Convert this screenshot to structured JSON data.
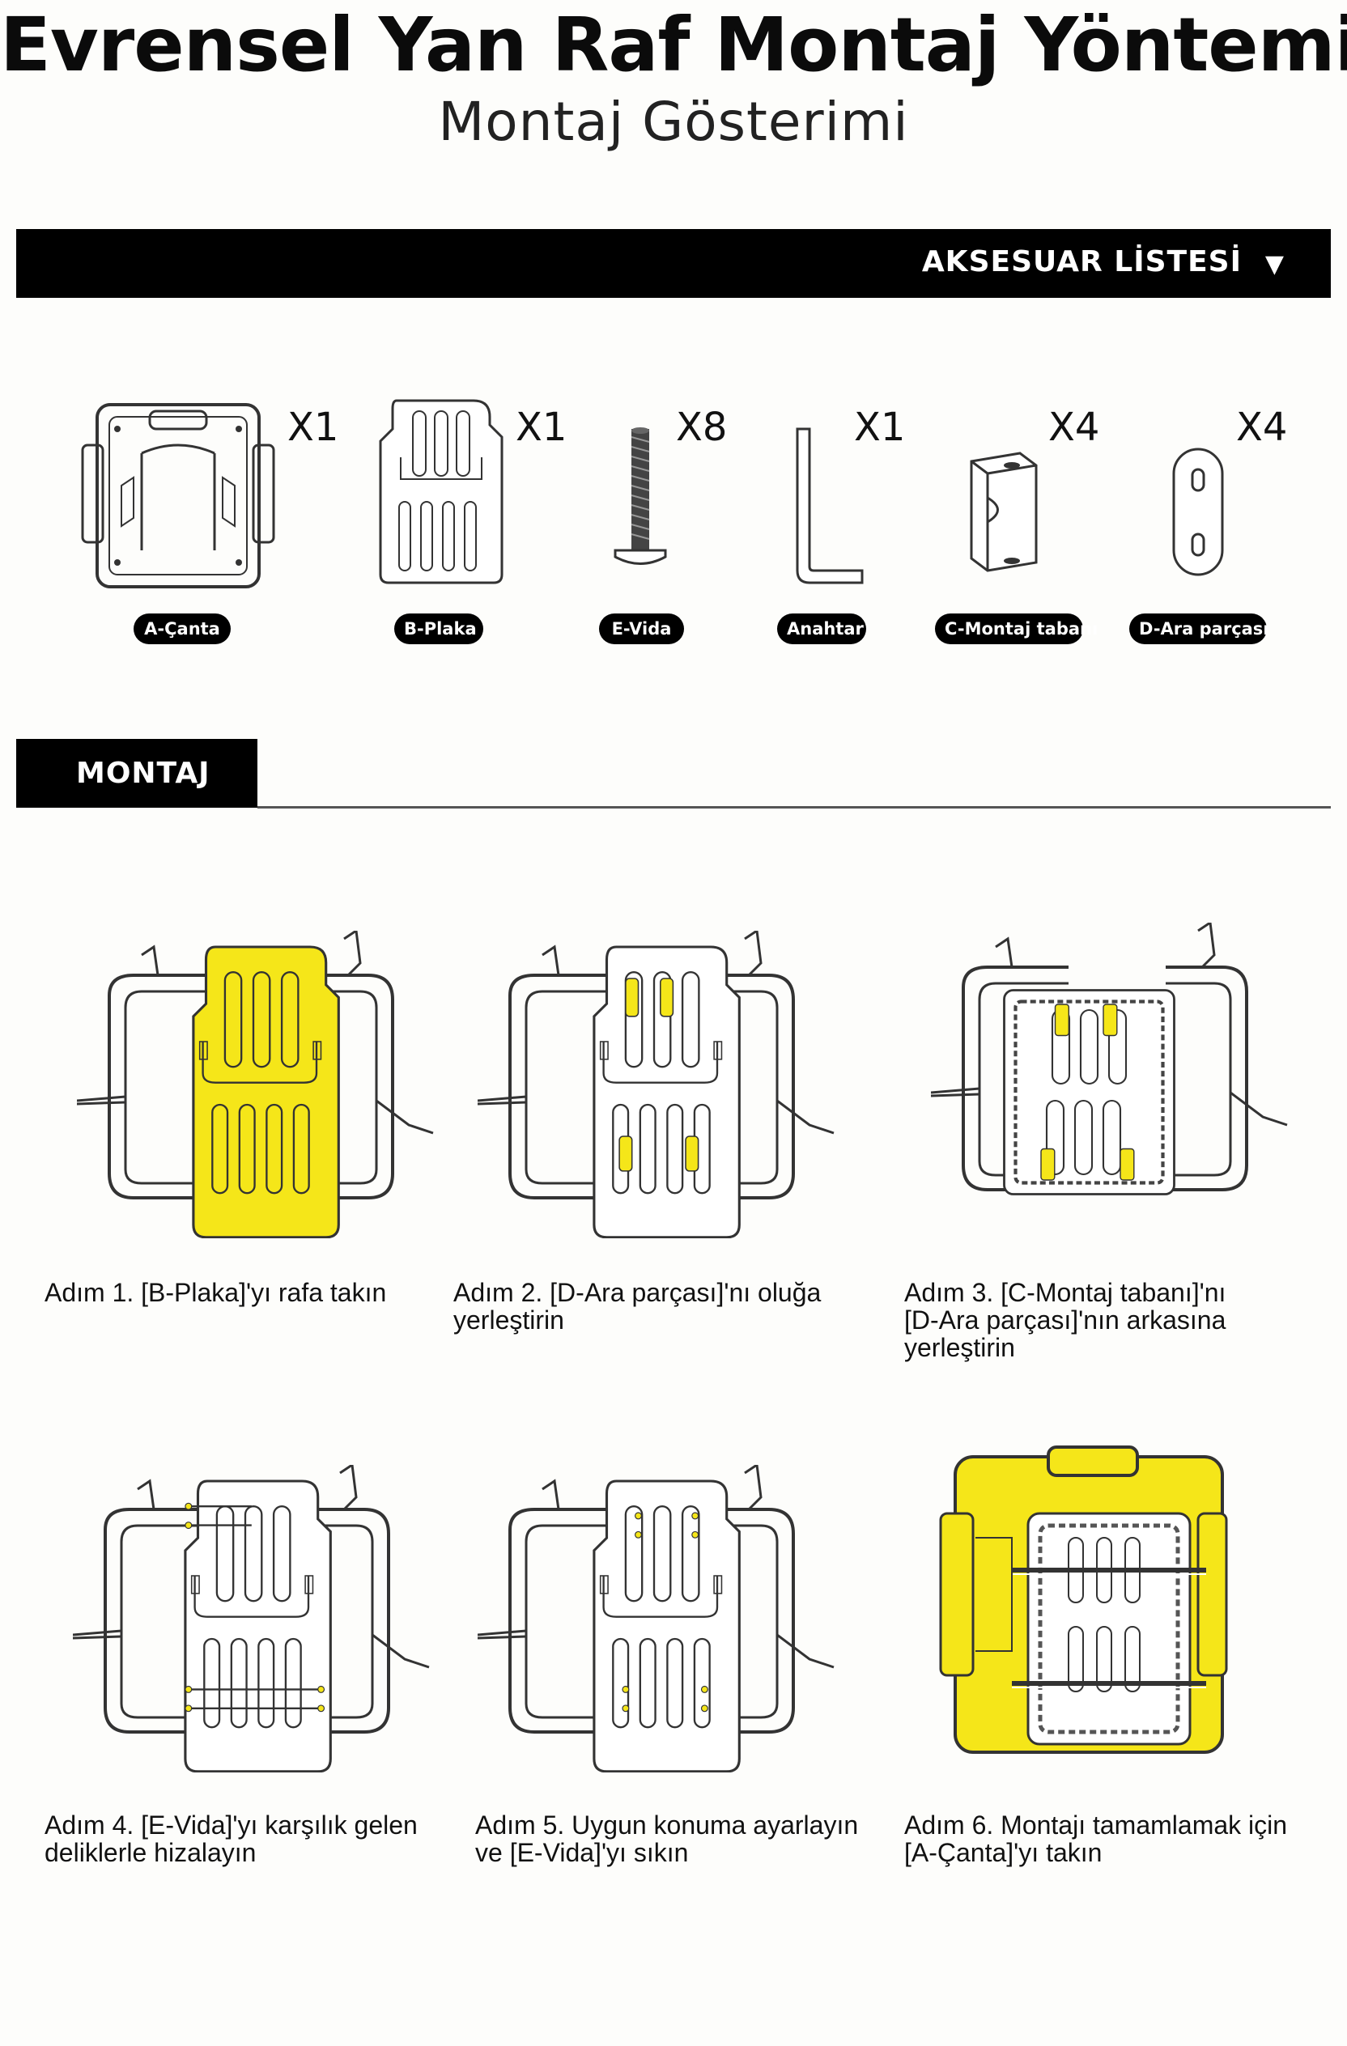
{
  "header": {
    "title": "Evrensel Yan Raf Montaj Yöntemi",
    "subtitle": "Montaj Gösterimi"
  },
  "accessory_bar": {
    "label": "AKSESUAR LİSTESİ",
    "arrow": "▼"
  },
  "accessories": [
    {
      "qty": "X1",
      "label": "A-Çanta"
    },
    {
      "qty": "X1",
      "label": "B-Plaka"
    },
    {
      "qty": "X8",
      "label": "E-Vida"
    },
    {
      "qty": "X1",
      "label": "Anahtar"
    },
    {
      "qty": "X4",
      "label": "C-Montaj tabanı"
    },
    {
      "qty": "X4",
      "label": "D-Ara parçası"
    }
  ],
  "montaj": {
    "label": "MONTAJ"
  },
  "steps": [
    {
      "caption": "Adım 1. [B-Plaka]'yı rafa takın"
    },
    {
      "caption": "Adım 2. [D-Ara parçası]'nı oluğa yerleştirin"
    },
    {
      "caption": "Adım 3. [C-Montaj tabanı]'nı [D-Ara parçası]'nın arkasına yerleştirin"
    },
    {
      "caption": "Adım 4. [E-Vida]'yı karşılık gelen deliklerle hizalayın"
    },
    {
      "caption": "Adım 5. Uygun konuma ayarlayın ve [E-Vida]'yı sıkın"
    },
    {
      "caption": "Adım 6. Montajı tamamlamak için [A-Çanta]'yı takın"
    }
  ],
  "colors": {
    "highlight": "#f5e619",
    "line": "#333333",
    "bar": "#000000"
  },
  "icons": [
    "bag-frame-icon",
    "plate-icon",
    "screw-icon",
    "hex-key-icon",
    "mount-base-icon",
    "spacer-icon"
  ]
}
